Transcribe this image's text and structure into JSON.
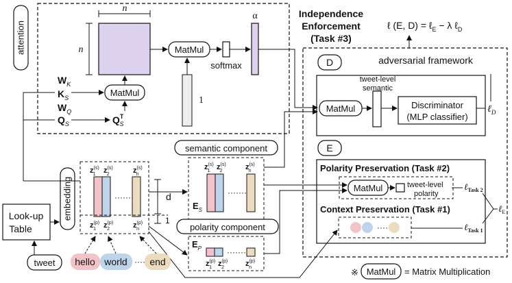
{
  "attention": {
    "label": "attention",
    "dim_n_top": "n",
    "dim_n_left": "n",
    "alpha": "α",
    "matmul_top": "MatMul",
    "softmax": "softmax",
    "matmul_mid": "MatMul",
    "ones": "1",
    "wk_base": "W",
    "wk_sub": "K",
    "ks_base": "K",
    "ks_sub": "S",
    "wq_base": "W",
    "wq_sub": "Q",
    "qs_base": "Q",
    "qs_sub": "S",
    "qst_base": "Q",
    "qst_sub": "S",
    "qst_sup": "T"
  },
  "independence": {
    "line1": "Independence",
    "line2": "Enforcement",
    "line3": "(Task #3)",
    "loss_formula": "ℓ (E, D) = ℓ",
    "loss_e": "E",
    "loss_minus": " − λ ℓ",
    "loss_d": "D"
  },
  "adversarial": {
    "label": "adversarial framework",
    "d_badge": "D",
    "e_badge": "E",
    "tweet_sem_1": "tweet-level",
    "tweet_sem_2": "semantic",
    "matmul": "MatMul",
    "disc_1": "Discriminator",
    "disc_2": "(MLP classifier)",
    "ld_base": "ℓ",
    "ld_sub": "D"
  },
  "polarity_preservation": {
    "title": "Polarity Preservation (Task #2)",
    "matmul": "MatMul",
    "tp_1": "tweet-level",
    "tp_2": "polarity",
    "l2_base": "ℓ",
    "l2_sub": "Task 2"
  },
  "context_preservation": {
    "title": "Context Preservation (Task #1)",
    "dots": "·····",
    "l1_base": "ℓ",
    "l1_sub": "Task 1"
  },
  "le": {
    "base": "ℓ",
    "sub": "E"
  },
  "semantic_component": {
    "label": "semantic component",
    "es_base": "E",
    "es_sub": "S",
    "dots": "·······"
  },
  "polarity_component": {
    "label": "polarity component",
    "ep_base": "E",
    "ep_sub": "P",
    "dots": "·······"
  },
  "embedding": {
    "label": "embedding",
    "d": "d",
    "one": "1",
    "dots": "·······",
    "z_base": "z",
    "sup_s": "(s)",
    "sup_p": "(p)",
    "sub_1": "1",
    "sub_2": "2",
    "sub_n": "n"
  },
  "lookup": {
    "line1": "Look-up",
    "line2": "Table"
  },
  "tweet": "tweet",
  "words": {
    "hello": "hello",
    "world": "world",
    "end": "end",
    "dots": "·········"
  },
  "legend": {
    "symbol": "※",
    "matmul": "MatMul",
    "meaning": "= Matrix Multiplication"
  },
  "colors": {
    "lavender": "#ddd3ee",
    "pink": "#f3c3c7",
    "blue": "#bcd5ea",
    "tan": "#ecdcbd",
    "gray": "#eeeeee"
  }
}
